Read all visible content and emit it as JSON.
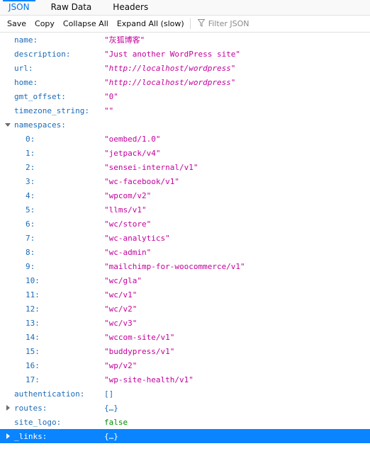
{
  "tabs": [
    {
      "label": "JSON",
      "active": true
    },
    {
      "label": "Raw Data",
      "active": false
    },
    {
      "label": "Headers",
      "active": false
    }
  ],
  "toolbar": {
    "save": "Save",
    "copy": "Copy",
    "collapse_all": "Collapse All",
    "expand_all": "Expand All (slow)",
    "filter_placeholder": "Filter JSON"
  },
  "rows": [
    {
      "key": "name:",
      "value": "\"灰狐博客\"",
      "type": "str",
      "level": 0
    },
    {
      "key": "description:",
      "value": "\"Just another WordPress site\"",
      "type": "str",
      "level": 0
    },
    {
      "key": "url:",
      "value": "\"http://localhost/wordpress\"",
      "type": "url",
      "level": 0
    },
    {
      "key": "home:",
      "value": "\"http://localhost/wordpress\"",
      "type": "url",
      "level": 0
    },
    {
      "key": "gmt_offset:",
      "value": "\"0\"",
      "type": "str",
      "level": 0
    },
    {
      "key": "timezone_string:",
      "value": "\"\"",
      "type": "str",
      "level": 0
    },
    {
      "key": "namespaces:",
      "value": "",
      "type": "obj",
      "level": 0,
      "twisty": "open"
    },
    {
      "key": "0:",
      "value": "\"oembed/1.0\"",
      "type": "str",
      "level": 1
    },
    {
      "key": "1:",
      "value": "\"jetpack/v4\"",
      "type": "str",
      "level": 1
    },
    {
      "key": "2:",
      "value": "\"sensei-internal/v1\"",
      "type": "str",
      "level": 1
    },
    {
      "key": "3:",
      "value": "\"wc-facebook/v1\"",
      "type": "str",
      "level": 1
    },
    {
      "key": "4:",
      "value": "\"wpcom/v2\"",
      "type": "str",
      "level": 1
    },
    {
      "key": "5:",
      "value": "\"llms/v1\"",
      "type": "str",
      "level": 1
    },
    {
      "key": "6:",
      "value": "\"wc/store\"",
      "type": "str",
      "level": 1
    },
    {
      "key": "7:",
      "value": "\"wc-analytics\"",
      "type": "str",
      "level": 1
    },
    {
      "key": "8:",
      "value": "\"wc-admin\"",
      "type": "str",
      "level": 1
    },
    {
      "key": "9:",
      "value": "\"mailchimp-for-woocommerce/v1\"",
      "type": "str",
      "level": 1
    },
    {
      "key": "10:",
      "value": "\"wc/gla\"",
      "type": "str",
      "level": 1
    },
    {
      "key": "11:",
      "value": "\"wc/v1\"",
      "type": "str",
      "level": 1
    },
    {
      "key": "12:",
      "value": "\"wc/v2\"",
      "type": "str",
      "level": 1
    },
    {
      "key": "13:",
      "value": "\"wc/v3\"",
      "type": "str",
      "level": 1
    },
    {
      "key": "14:",
      "value": "\"wccom-site/v1\"",
      "type": "str",
      "level": 1
    },
    {
      "key": "15:",
      "value": "\"buddypress/v1\"",
      "type": "str",
      "level": 1
    },
    {
      "key": "16:",
      "value": "\"wp/v2\"",
      "type": "str",
      "level": 1
    },
    {
      "key": "17:",
      "value": "\"wp-site-health/v1\"",
      "type": "str",
      "level": 1
    },
    {
      "key": "authentication:",
      "value": "[]",
      "type": "obj",
      "level": 0
    },
    {
      "key": "routes:",
      "value": "{…}",
      "type": "obj",
      "level": 0,
      "twisty": "closed"
    },
    {
      "key": "site_logo:",
      "value": "false",
      "type": "bool",
      "level": 0
    },
    {
      "key": "_links:",
      "value": "{…}",
      "type": "obj",
      "level": 0,
      "twisty": "closed",
      "selected": true
    }
  ],
  "colors": {
    "key": "#1a6bb8",
    "string": "#c3009b",
    "boolean": "#058b00",
    "selection": "#0a84ff",
    "active_tab": "#0074e8"
  }
}
